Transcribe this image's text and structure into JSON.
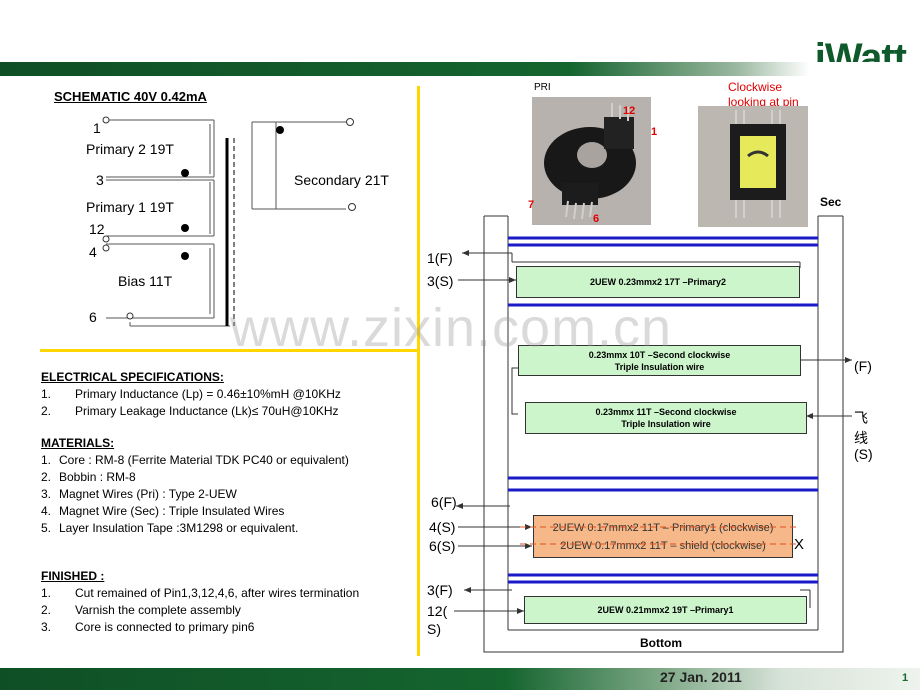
{
  "header": {
    "logo_text": "iWatt"
  },
  "schematic": {
    "title": "SCHEMATIC 40V 0.42mA",
    "pin1": "1",
    "primary2": "Primary 2 19T",
    "pin3": "3",
    "primary1": "Primary 1 19T",
    "pin12": "12",
    "pin4": "4",
    "bias": "Bias 11T",
    "pin6": "6",
    "secondary": "Secondary   21T"
  },
  "electrical": {
    "heading": "ELECTRICAL SPECIFICATIONS:",
    "items": [
      {
        "num": "1.",
        "text": "Primary Inductance (Lp) = 0.46±10%mH @10KHz"
      },
      {
        "num": "2.",
        "text": "Primary Leakage Inductance (Lk)≤ 70uH@10KHz"
      }
    ]
  },
  "materials": {
    "heading": "MATERIALS:",
    "items": [
      {
        "num": "1.",
        "text": "Core : RM-8 (Ferrite Material TDK PC40 or equivalent)"
      },
      {
        "num": "2.",
        "text": "Bobbin : RM-8"
      },
      {
        "num": "3.",
        "text": "Magnet Wires (Pri) : Type 2-UEW"
      },
      {
        "num": "4.",
        "text": "Magnet Wire (Sec) : Triple Insulated Wires"
      },
      {
        "num": "5.",
        "text": "Layer Insulation Tape :3M1298 or equivalent."
      }
    ]
  },
  "finished": {
    "heading": "FINISHED :",
    "items": [
      {
        "num": "1.",
        "text": "Cut remained of Pin1,3,12,4,6, after wires termination"
      },
      {
        "num": "2.",
        "text": "Varnish the complete assembly"
      },
      {
        "num": "3.",
        "text": "Core is connected to primary pin6"
      }
    ]
  },
  "photos": {
    "pri_label": "PRI",
    "pin12": "12",
    "pin1": "1",
    "pin7": "7",
    "pin6": "6",
    "clockwise_note": "Clockwise looking at pin",
    "sec_label": "Sec"
  },
  "winding": {
    "bottom_label": "Bottom",
    "left_labels": {
      "l1": "1(F)",
      "l2": "3(S)",
      "l3": "6(F)",
      "l4": "4(S)",
      "l5": "6(S)",
      "l6": "3(F)",
      "l7a": "12(",
      "l7b": "S)"
    },
    "right_labels": {
      "f": "(F)",
      "fly1": "飞",
      "fly2": "线",
      "s": "(S)",
      "x": "X"
    },
    "boxes": {
      "primary2": "2UEW 0.23mmx2  17T –Primary2",
      "sec1_line1": "0.23mmx 10T –Second   clockwise",
      "sec1_line2": "Triple Insulation wire",
      "sec2_line1": "0.23mmx 11T –Second clockwise",
      "sec2_line2": "Triple Insulation wire",
      "bias_line1": "2UEW 0.17mmx2  11T – Primary1 (clockwise)",
      "bias_line2": "2UEW 0.17mmx2 11T – shield (clockwise)",
      "primary1": "2UEW  0.21mmx2 19T –Primary1"
    },
    "colors": {
      "winding_box": "#ccf5cc",
      "bias_box": "#f6b888",
      "insulation": "#1a1ac8"
    }
  },
  "watermark": "www.zixin.com.cn",
  "footer": {
    "date": "27 Jan. 2011",
    "page": "1"
  }
}
